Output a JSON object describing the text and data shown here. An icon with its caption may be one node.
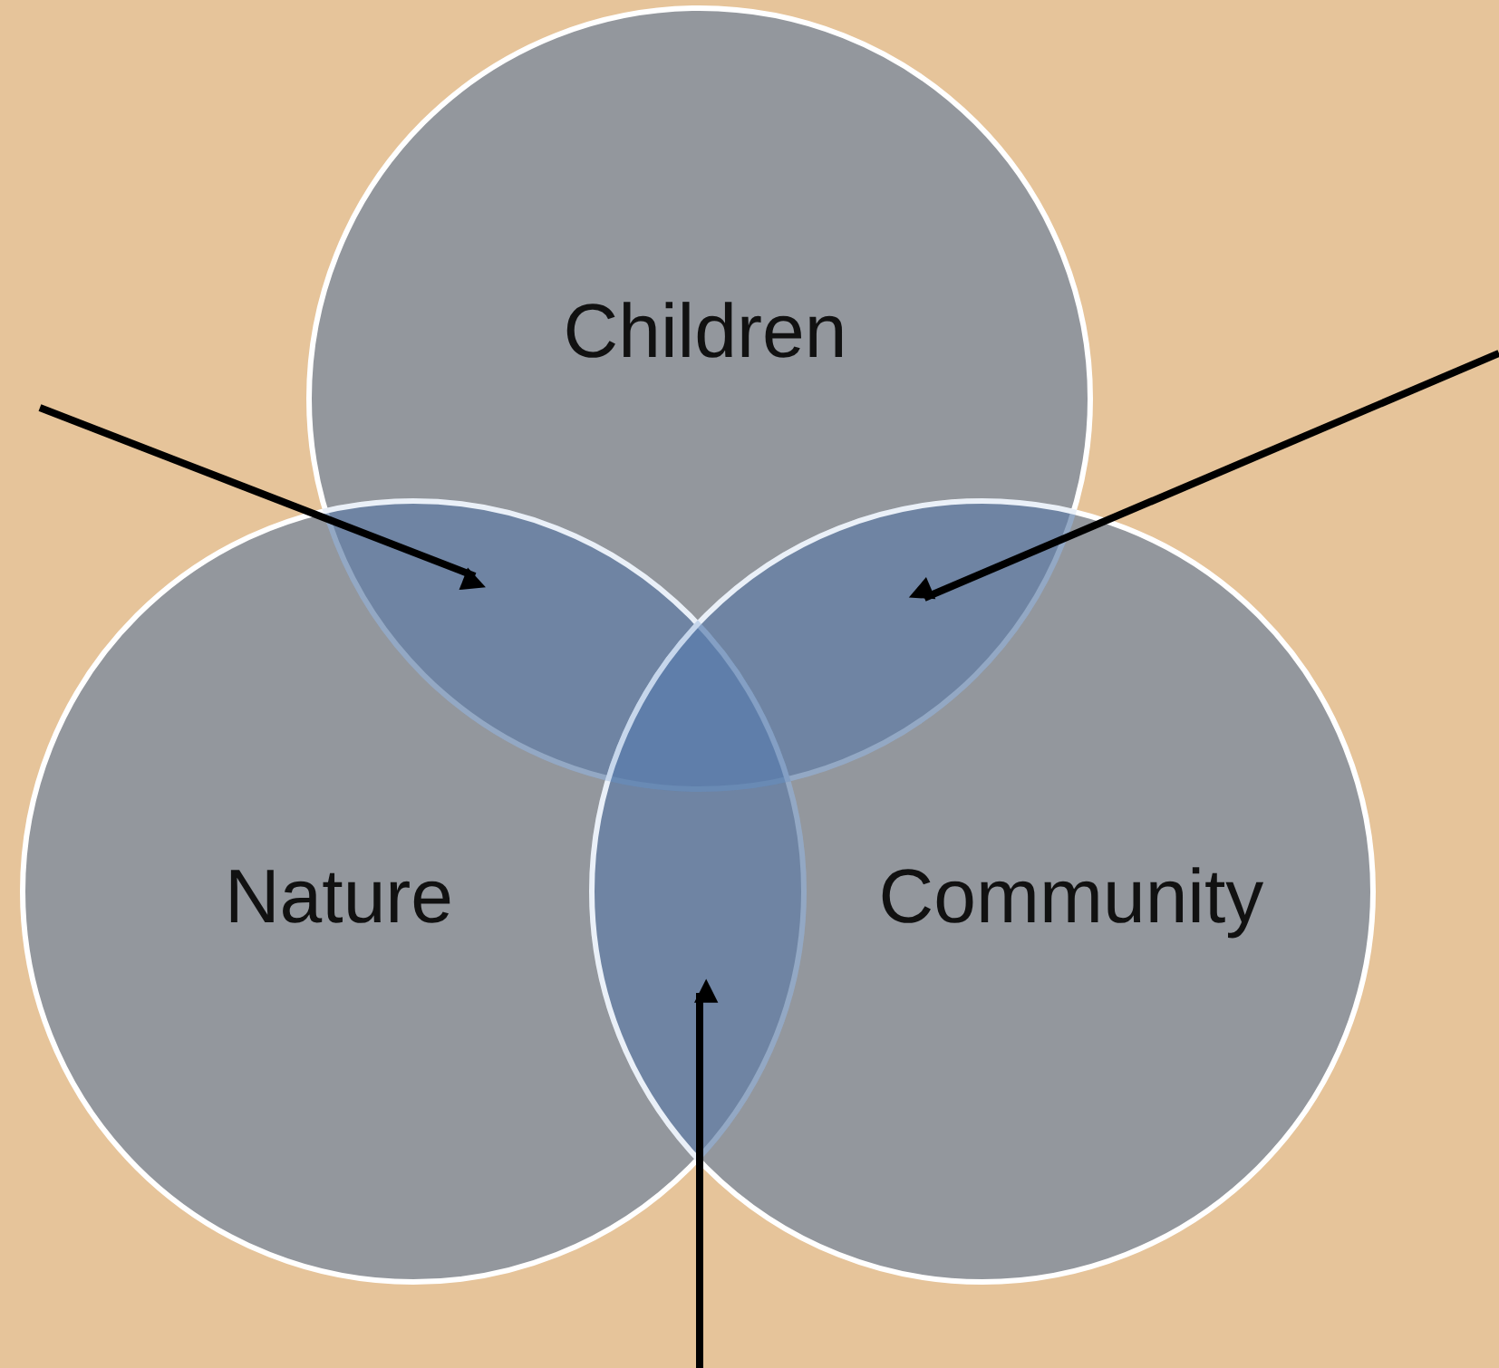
{
  "diagram": {
    "nodes": [
      {
        "text": [
          "Children"
        ]
      },
      {
        "text": [
          "Nature"
        ]
      },
      {
        "text": [
          "Community"
        ]
      },
      {
        "text": [],
        "shape": "lens"
      },
      {
        "text": [],
        "shape": "lens"
      },
      {
        "text": [],
        "shape": "lens"
      }
    ],
    "edges": [
      {
        "from": null,
        "to": 3,
        "arrow": "to"
      },
      {
        "from": null,
        "to": 4,
        "arrow": "to"
      },
      {
        "from": null,
        "to": 5,
        "arrow": "to"
      }
    ]
  }
}
